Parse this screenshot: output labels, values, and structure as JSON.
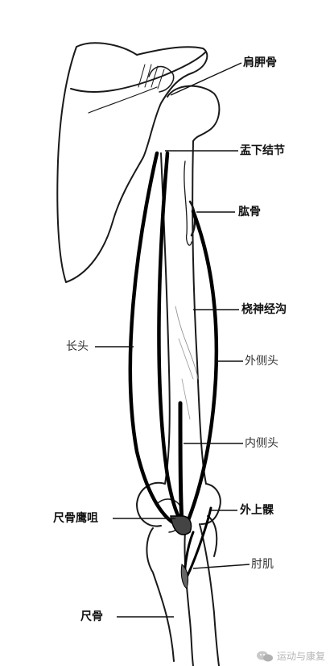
{
  "labels": {
    "scapula": "肩胛骨",
    "infraglenoid_tubercle": "盂下结节",
    "humerus": "肱骨",
    "radial_groove": "桡神经沟",
    "long_head": "长头",
    "lateral_head": "外侧头",
    "medial_head": "内侧头",
    "olecranon": "尺骨鹰咀",
    "lateral_epicondyle": "外上髁",
    "anconeus": "肘肌",
    "ulna": "尺骨"
  },
  "watermark": {
    "text": "运动与康复",
    "icon": "wechat-icon"
  }
}
